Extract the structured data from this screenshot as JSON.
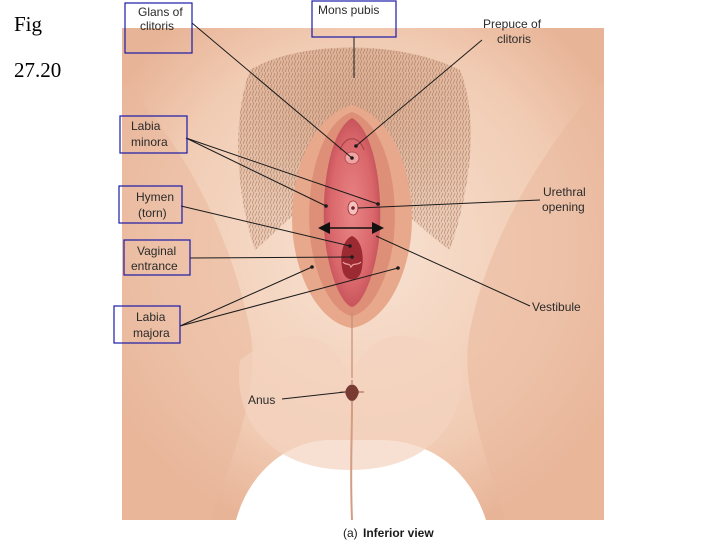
{
  "slide": {
    "title_line1": "Fig",
    "title_line2": "27.20"
  },
  "figure": {
    "labels": {
      "glans_line1": "Glans of",
      "glans_line2": "clitoris",
      "mons_pubis": "Mons pubis",
      "prepuce_line1": "Prepuce of",
      "prepuce_line2": "clitoris",
      "labia_minora_line1": "Labia",
      "labia_minora_line2": "minora",
      "hymen_line1": "Hymen",
      "hymen_line2": "(torn)",
      "urethral_line1": "Urethral",
      "urethral_line2": "opening",
      "vaginal_line1": "Vaginal",
      "vaginal_line2": "entrance",
      "vestibule": "Vestibule",
      "labia_majora_line1": "Labia",
      "labia_majora_line2": "majora",
      "anus": "Anus"
    },
    "caption_part": "(a)",
    "caption_view": "Inferior view",
    "colors": {
      "skin_light": "#f6dccb",
      "skin_mid": "#eebfa5",
      "skin_shadow": "#d9987b",
      "mucosa": "#d9666a",
      "mucosa_dark": "#9b2a33",
      "hair": "#7a4a2e",
      "box_border": "#1a1aa8"
    }
  }
}
